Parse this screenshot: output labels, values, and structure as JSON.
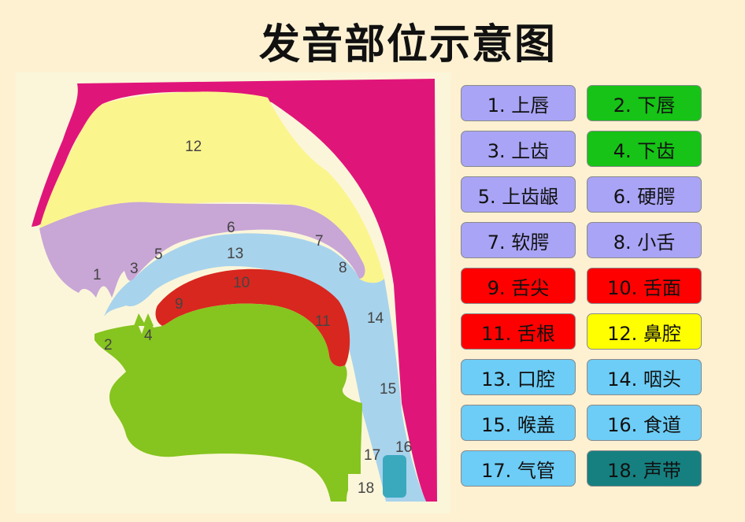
{
  "title": "发音部位示意图",
  "diagram": {
    "labels": [
      "1",
      "2",
      "3",
      "4",
      "5",
      "6",
      "7",
      "8",
      "9",
      "10",
      "11",
      "12",
      "13",
      "14",
      "15",
      "16",
      "17",
      "18"
    ]
  },
  "legend": {
    "items": [
      {
        "text": "1. 上唇",
        "color": "#a9a4f5"
      },
      {
        "text": "2. 下唇",
        "color": "#16c316"
      },
      {
        "text": "3. 上齿",
        "color": "#a9a4f5"
      },
      {
        "text": "4. 下齿",
        "color": "#16c316"
      },
      {
        "text": "5. 上齿龈",
        "color": "#a9a4f5"
      },
      {
        "text": "6. 硬腭",
        "color": "#a9a4f5"
      },
      {
        "text": "7. 软腭",
        "color": "#a9a4f5"
      },
      {
        "text": "8. 小舌",
        "color": "#a9a4f5"
      },
      {
        "text": "9. 舌尖",
        "color": "#ff0000"
      },
      {
        "text": "10. 舌面",
        "color": "#ff0000"
      },
      {
        "text": "11. 舌根",
        "color": "#ff0000"
      },
      {
        "text": "12. 鼻腔",
        "color": "#ffff00"
      },
      {
        "text": "13. 口腔",
        "color": "#6dcdf6"
      },
      {
        "text": "14. 咽头",
        "color": "#6dcdf6"
      },
      {
        "text": "15. 喉盖",
        "color": "#6dcdf6"
      },
      {
        "text": "16. 食道",
        "color": "#6dcdf6"
      },
      {
        "text": "17. 气管",
        "color": "#6dcdf6"
      },
      {
        "text": "18. 声带",
        "color": "#168080"
      }
    ]
  },
  "colors": {
    "magenta": "#e0157a",
    "nasal": "#fbf58e",
    "palate": "#c8a6d6",
    "oral": "#a8d3ec",
    "tongue_red": "#d8271f",
    "jaw_green": "#86c41f",
    "glottis": "#3aa9be"
  }
}
